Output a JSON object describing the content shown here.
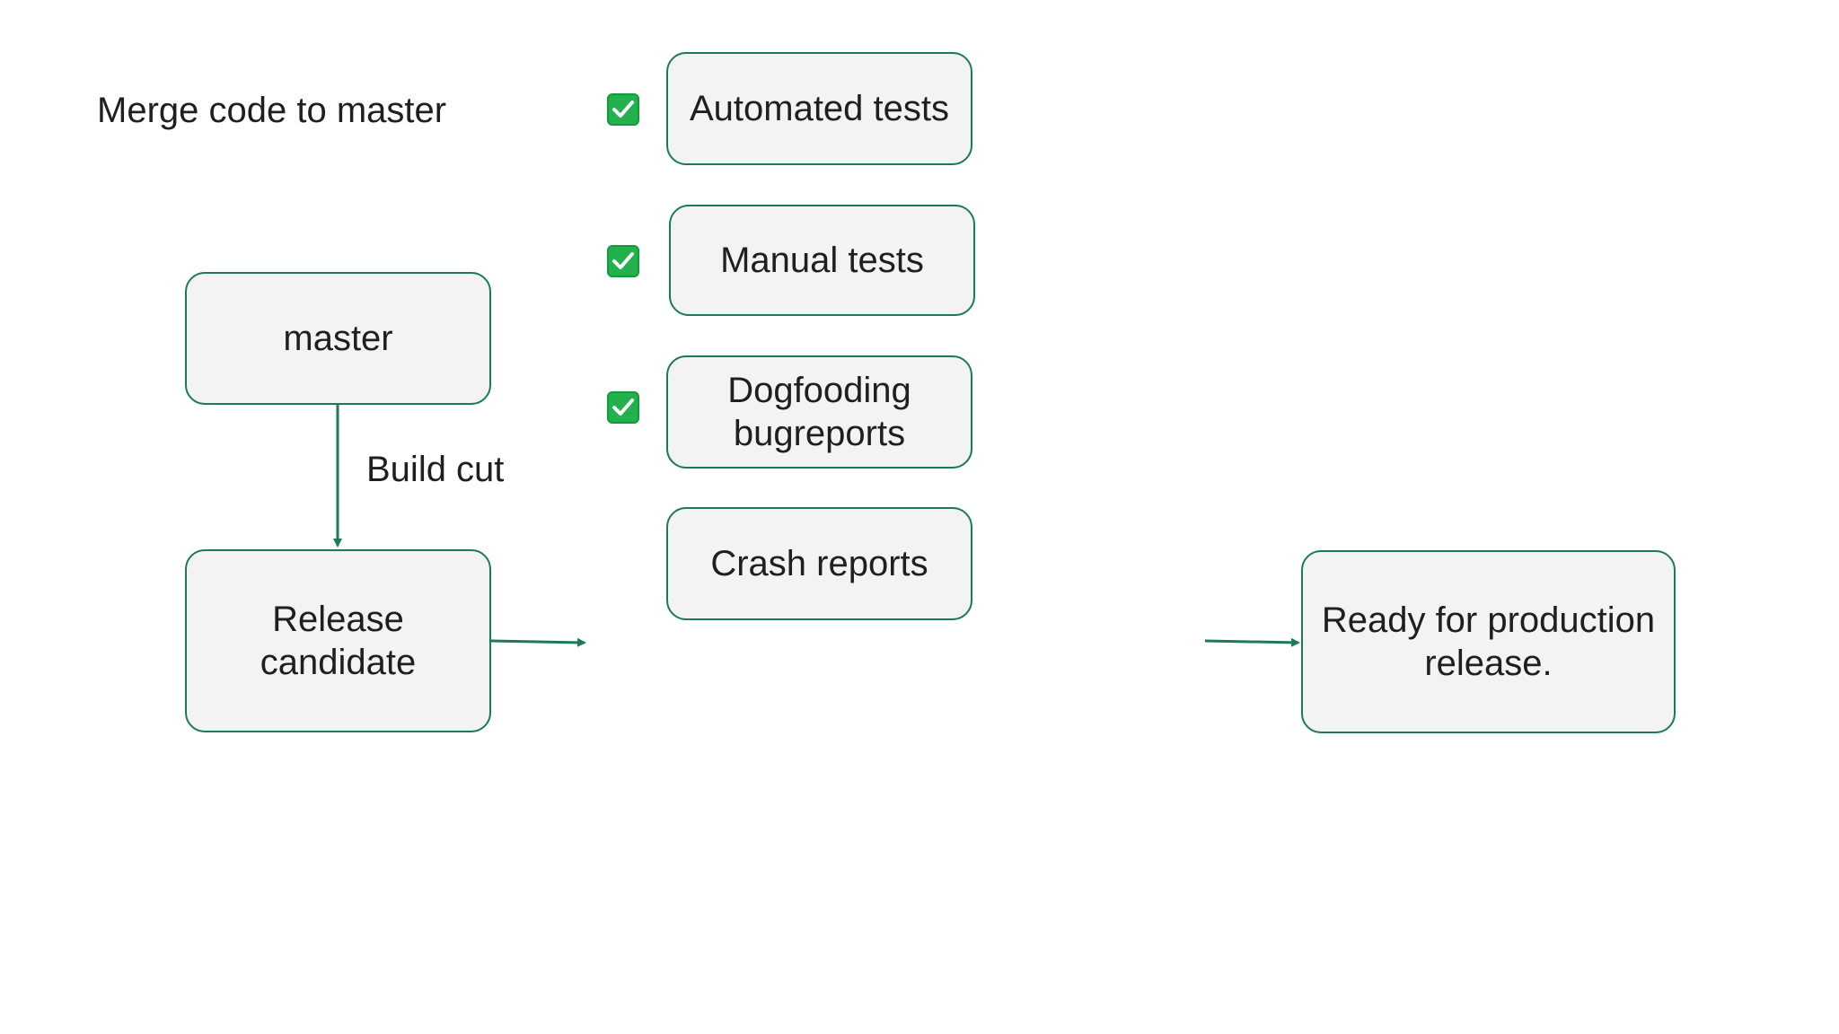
{
  "title": "Merge code to master",
  "nodes": {
    "master": "master",
    "release_candidate": "Release\ncandidate",
    "automated_tests": "Automated tests",
    "manual_tests": "Manual tests",
    "dogfooding": "Dogfooding\nbugreports",
    "crash_reports": "Crash reports",
    "ready": "Ready for production\nrelease."
  },
  "edges": {
    "build_cut": "Build cut"
  },
  "checks": [
    "checkmark-icon",
    "checkmark-icon",
    "checkmark-icon"
  ],
  "colors": {
    "node_border": "#1a7a5a",
    "node_fill": "#f3f3f4",
    "arrow": "#1a7a5a",
    "check": "#22b14c"
  }
}
